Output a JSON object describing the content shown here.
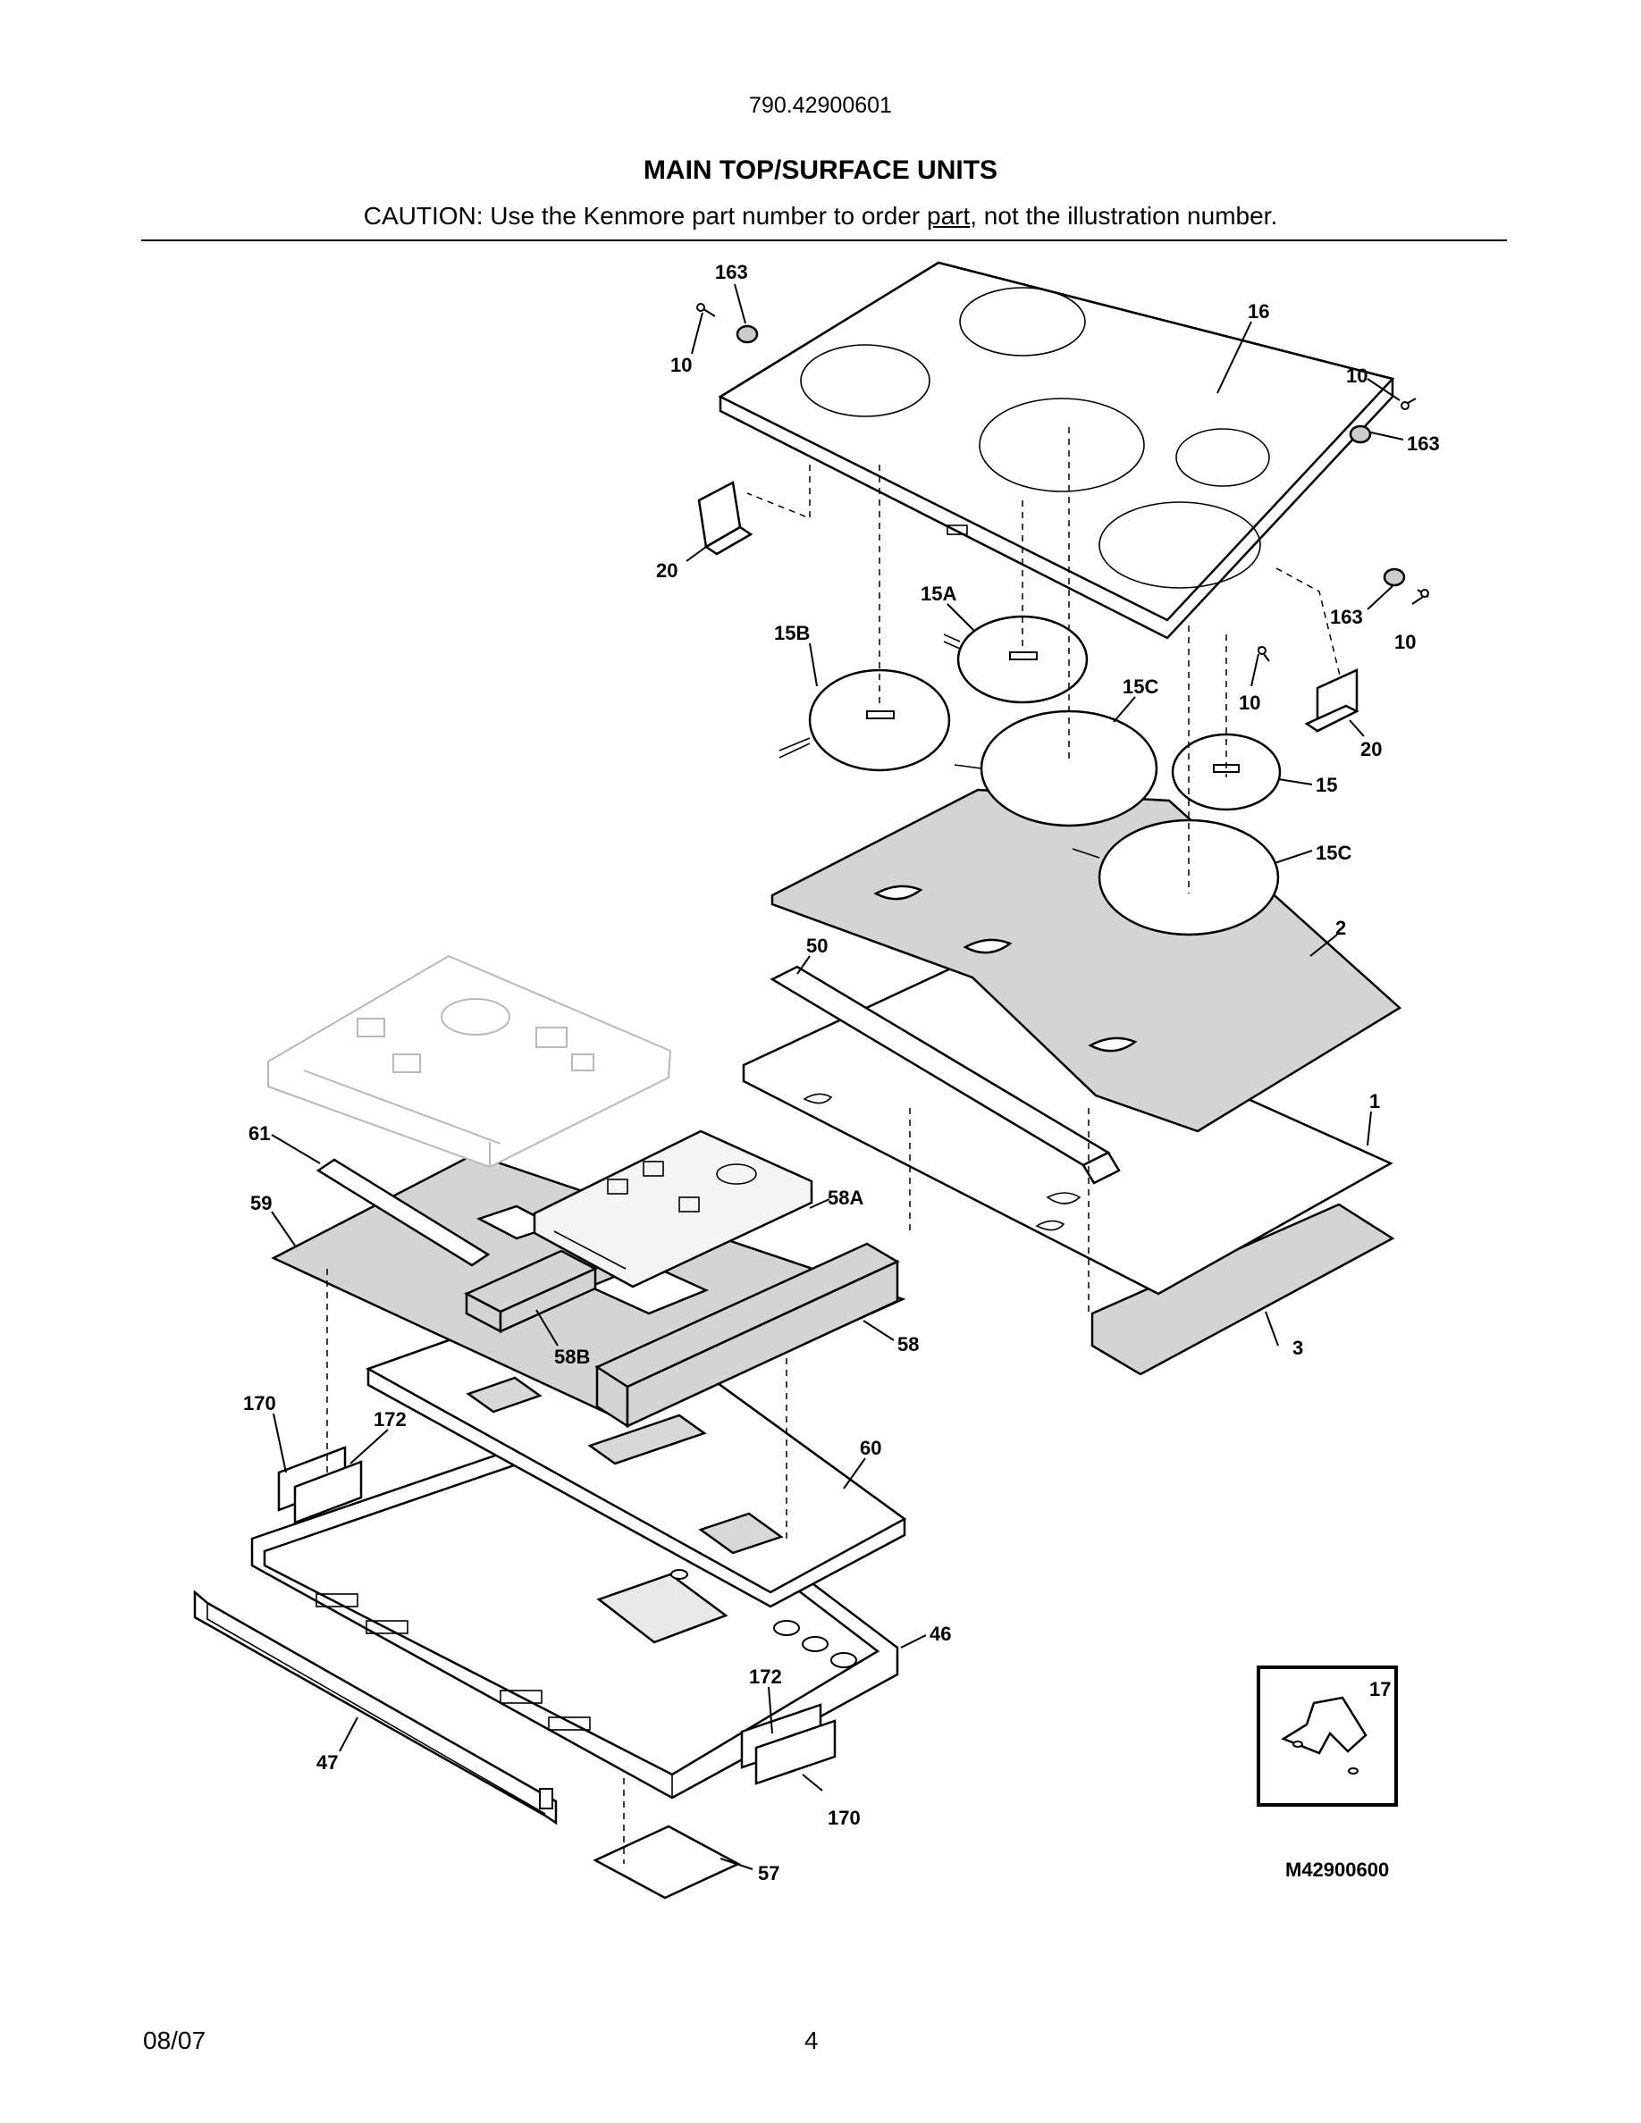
{
  "header": {
    "model_number": "790.42900601",
    "title": "MAIN TOP/SURFACE UNITS",
    "caution_prefix": "CAUTION: Use the Kenmore part number to order ",
    "caution_underlined": "part",
    "caution_suffix": ", not the illustration number."
  },
  "callouts": {
    "c163a": "163",
    "c10a": "10",
    "c16": "16",
    "c10b": "10",
    "c163b": "163",
    "c20a": "20",
    "c15a": "15A",
    "c15b": "15B",
    "c15c1": "15C",
    "c10c": "10",
    "c163c": "163",
    "c10d": "10",
    "c20b": "20",
    "c15": "15",
    "c15c2": "15C",
    "c2": "2",
    "c50": "50",
    "c1": "1",
    "c61": "61",
    "c59": "59",
    "c58a": "58A",
    "c58b": "58B",
    "c58": "58",
    "c3": "3",
    "c170a": "170",
    "c172a": "172",
    "c60": "60",
    "c46": "46",
    "c172b": "172",
    "c47": "47",
    "c170b": "170",
    "c57": "57",
    "c17": "17"
  },
  "diagram_id": "M42900600",
  "footer": {
    "date": "08/07",
    "page": "4"
  }
}
